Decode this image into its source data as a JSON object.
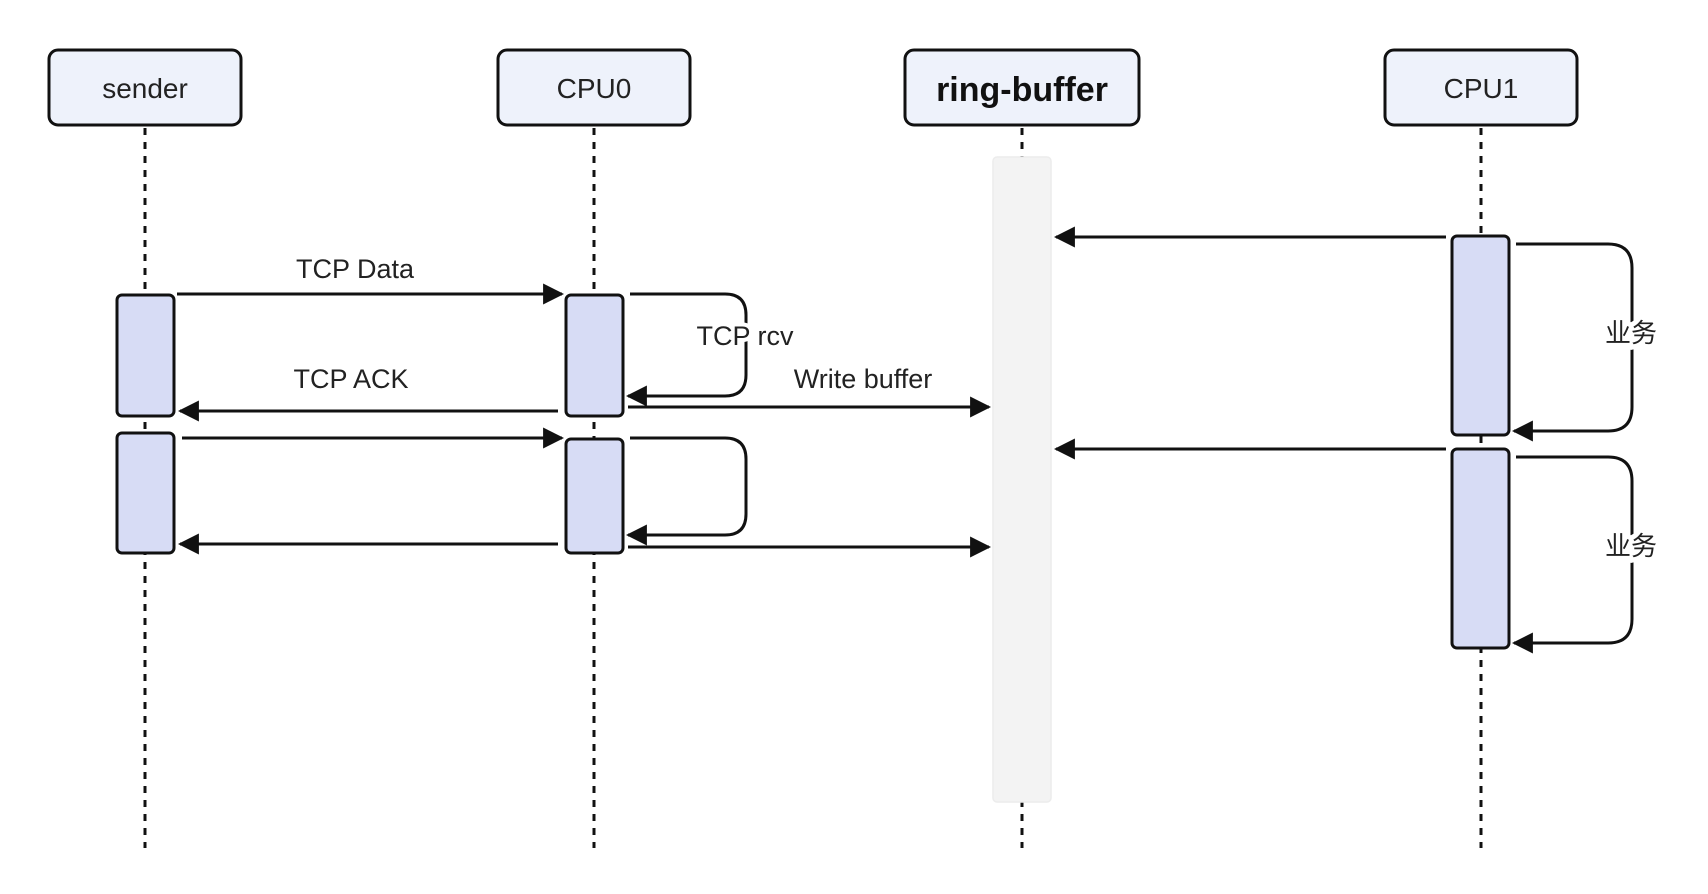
{
  "participants": {
    "sender": "sender",
    "cpu0": "CPU0",
    "ring_buffer": "ring-buffer",
    "cpu1": "CPU1"
  },
  "messages": {
    "tcp_data": "TCP Data",
    "tcp_rcv": "TCP rcv",
    "tcp_ack": "TCP ACK",
    "write_buffer": "Write buffer",
    "business_1": "业务",
    "business_2": "业务"
  },
  "colors": {
    "actor_fill": "#eef2fb",
    "activation_fill": "#d7dcf5",
    "buffer_fill": "#f3f3f3",
    "line": "#111111"
  }
}
